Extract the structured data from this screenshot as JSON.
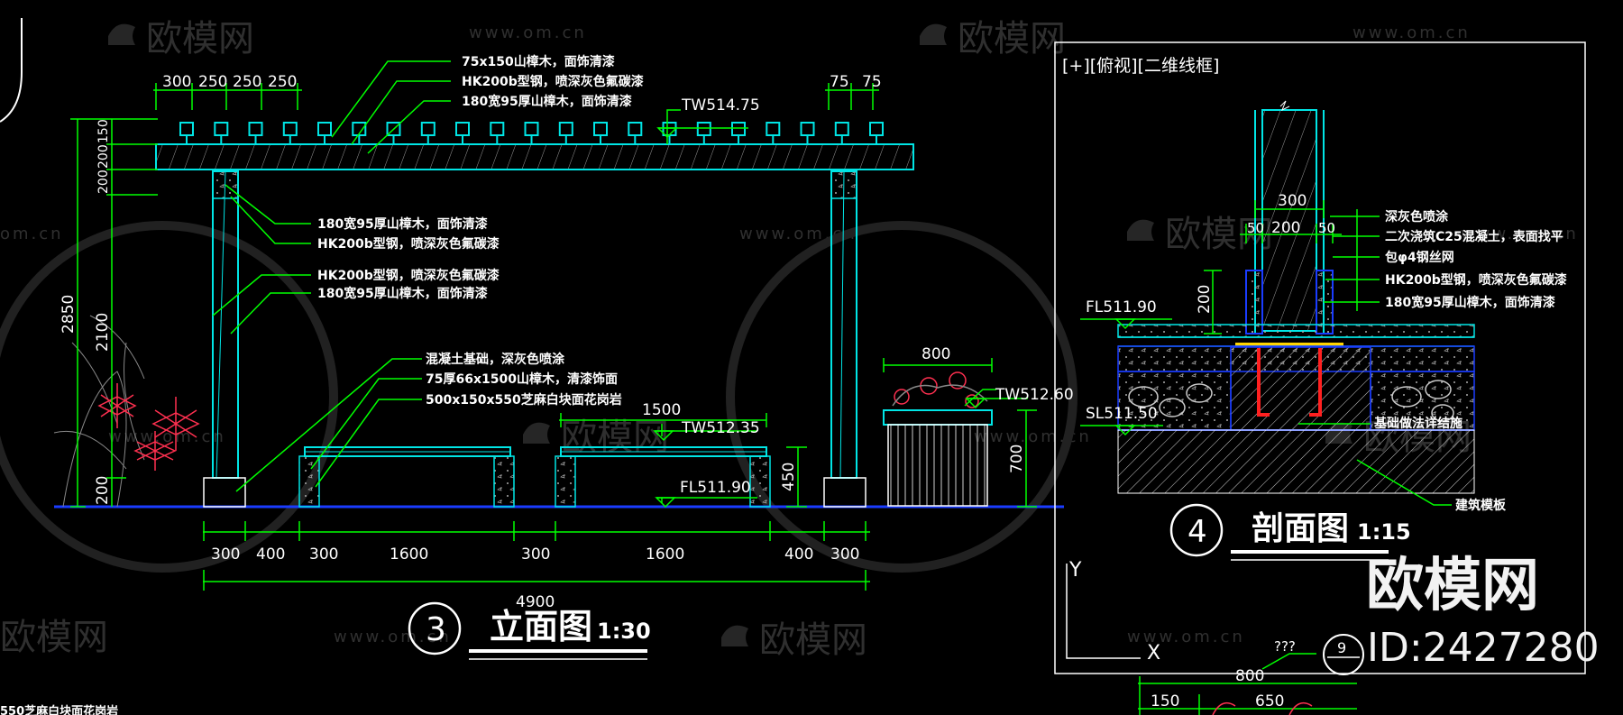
{
  "watermark": {
    "brand": "欧模网",
    "url": "www.om.cn",
    "url_partial": "om.cn",
    "corner_brand": "欧模网",
    "id_text": "ID:2427280"
  },
  "elevation": {
    "title": "立面图",
    "scale": "1:30",
    "number": "3",
    "top_dims": [
      "300",
      "250",
      "250",
      "250"
    ],
    "top_right_dims": [
      "75",
      "75"
    ],
    "left_dims": [
      "200",
      "200",
      "150"
    ],
    "left_total": "2850",
    "left_mid": "2100",
    "left_bottom": "200",
    "callouts_top": [
      "75x150山樟木，面饰清漆",
      "HK200b型钢，喷深灰色氟碳漆",
      "180宽95厚山樟木，面饰清漆"
    ],
    "tw_top": "TW514.75",
    "callouts_col": [
      "180宽95厚山樟木，面饰清漆",
      "HK200b型钢，喷深灰色氟碳漆",
      "HK200b型钢，喷深灰色氟碳漆",
      "180宽95厚山樟木，面饰清漆"
    ],
    "callouts_bench": [
      "混凝土基础，深灰色喷涂",
      "75厚66x1500山樟木，清漆饰面",
      "500x150x550芝麻白块面花岗岩"
    ],
    "bench_width": "1500",
    "tw_bench": "TW512.35",
    "fl": "FL511.90",
    "bench_height": "450",
    "planter_width": "800",
    "tw_planter": "TW512.60",
    "planter_height": "700",
    "bottom_dims": [
      "300",
      "400",
      "1600",
      "300",
      "1600",
      "400",
      "300"
    ],
    "bottom_total": "4900",
    "bottom_left_note": "550芝麻白块面花岗岩"
  },
  "section": {
    "viewport_label": "[+][俯视][二维线框]",
    "title": "剖面图",
    "scale": "1:15",
    "number": "4",
    "dim_top": "300",
    "dim_mid": [
      "50",
      "200",
      "50"
    ],
    "dim_vert": "200",
    "fl": "FL511.90",
    "sl": "SL511.50",
    "callouts": [
      "深灰色喷涂",
      "二次浇筑C25混凝土，表面找平",
      "包φ4钢丝网",
      "HK200b型钢，喷深灰色氟碳漆",
      "180宽95厚山樟木，面饰清漆"
    ],
    "callout_foundation": "基础做法详结施",
    "callout_board": "建筑模板",
    "axis_y": "Y",
    "axis_x": "X"
  },
  "bottom_strip": {
    "qmarks": "???",
    "circle_num": "9",
    "dim_800": "800",
    "dim_150": "150",
    "dim_650": "650"
  },
  "colors": {
    "background": "#000000",
    "dimension": "#00ff00",
    "structure": "#00e5e5",
    "text_white": "#ffffff",
    "ground_line": "#1a3cff",
    "leader": "#00ff00",
    "plant_red": "#ff3050",
    "wood_hatch": "#bfbfbf",
    "steel_red": "#ff2020",
    "plate_yellow": "#ffd400"
  }
}
